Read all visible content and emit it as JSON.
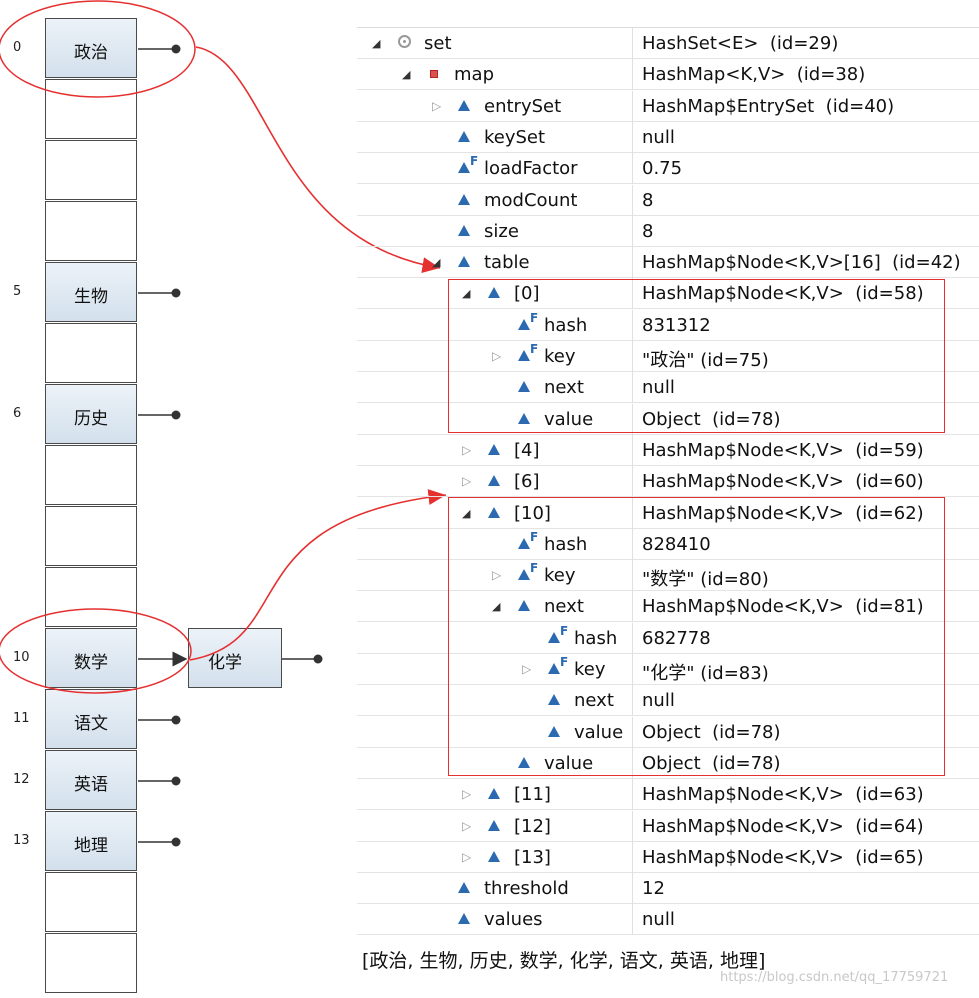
{
  "buckets": [
    {
      "index": "0",
      "label": "政治"
    },
    {
      "index": "",
      "label": ""
    },
    {
      "index": "",
      "label": ""
    },
    {
      "index": "",
      "label": ""
    },
    {
      "index": "5",
      "label": "生物"
    },
    {
      "index": "",
      "label": ""
    },
    {
      "index": "6",
      "label": "历史"
    },
    {
      "index": "",
      "label": ""
    },
    {
      "index": "",
      "label": ""
    },
    {
      "index": "",
      "label": ""
    },
    {
      "index": "10",
      "label": "数学"
    },
    {
      "index": "11",
      "label": "语文"
    },
    {
      "index": "12",
      "label": "英语"
    },
    {
      "index": "13",
      "label": "地理"
    },
    {
      "index": "",
      "label": ""
    },
    {
      "index": "",
      "label": ""
    }
  ],
  "chain_node": {
    "label": "化学"
  },
  "variables": [
    {
      "expander": "open",
      "icon": "gear-icon",
      "name": "set",
      "value": "HashSet<E>  (id=29)"
    },
    {
      "expander": "open",
      "icon": "square-icon",
      "name": "map",
      "value": "HashMap<K,V>  (id=38)"
    },
    {
      "expander": "closed",
      "icon": "triangle-icon",
      "name": "entrySet",
      "value": "HashMap$EntrySet  (id=40)"
    },
    {
      "expander": "",
      "icon": "triangle-icon",
      "name": "keySet",
      "value": "null"
    },
    {
      "expander": "",
      "icon": "final-icon",
      "name": "loadFactor",
      "value": "0.75"
    },
    {
      "expander": "",
      "icon": "triangle-icon",
      "name": "modCount",
      "value": "8"
    },
    {
      "expander": "",
      "icon": "triangle-icon",
      "name": "size",
      "value": "8"
    },
    {
      "expander": "open",
      "icon": "triangle-icon",
      "name": "table",
      "value": "HashMap$Node<K,V>[16]  (id=42)"
    },
    {
      "expander": "open",
      "icon": "triangle-icon",
      "name": "[0]",
      "value": "HashMap$Node<K,V>  (id=58)"
    },
    {
      "expander": "",
      "icon": "final-icon",
      "name": "hash",
      "value": "831312"
    },
    {
      "expander": "closed",
      "icon": "final-icon",
      "name": "key",
      "value": "\"政治\" (id=75)"
    },
    {
      "expander": "",
      "icon": "triangle-icon",
      "name": "next",
      "value": "null"
    },
    {
      "expander": "",
      "icon": "triangle-icon",
      "name": "value",
      "value": "Object  (id=78)"
    },
    {
      "expander": "closed",
      "icon": "triangle-icon",
      "name": "[4]",
      "value": "HashMap$Node<K,V>  (id=59)"
    },
    {
      "expander": "closed",
      "icon": "triangle-icon",
      "name": "[6]",
      "value": "HashMap$Node<K,V>  (id=60)"
    },
    {
      "expander": "open",
      "icon": "triangle-icon",
      "name": "[10]",
      "value": "HashMap$Node<K,V>  (id=62)"
    },
    {
      "expander": "",
      "icon": "final-icon",
      "name": "hash",
      "value": "828410"
    },
    {
      "expander": "closed",
      "icon": "final-icon",
      "name": "key",
      "value": "\"数学\" (id=80)"
    },
    {
      "expander": "open",
      "icon": "triangle-icon",
      "name": "next",
      "value": "HashMap$Node<K,V>  (id=81)"
    },
    {
      "expander": "",
      "icon": "final-icon",
      "name": "hash",
      "value": "682778"
    },
    {
      "expander": "closed",
      "icon": "final-icon",
      "name": "key",
      "value": "\"化学\" (id=83)"
    },
    {
      "expander": "",
      "icon": "triangle-icon",
      "name": "next",
      "value": "null"
    },
    {
      "expander": "",
      "icon": "triangle-icon",
      "name": "value",
      "value": "Object  (id=78)"
    },
    {
      "expander": "",
      "icon": "triangle-icon",
      "name": "value",
      "value": "Object  (id=78)"
    },
    {
      "expander": "closed",
      "icon": "triangle-icon",
      "name": "[11]",
      "value": "HashMap$Node<K,V>  (id=63)"
    },
    {
      "expander": "closed",
      "icon": "triangle-icon",
      "name": "[12]",
      "value": "HashMap$Node<K,V>  (id=64)"
    },
    {
      "expander": "closed",
      "icon": "triangle-icon",
      "name": "[13]",
      "value": "HashMap$Node<K,V>  (id=65)"
    },
    {
      "expander": "",
      "icon": "triangle-icon",
      "name": "threshold",
      "value": "12"
    },
    {
      "expander": "",
      "icon": "triangle-icon",
      "name": "values",
      "value": "null"
    }
  ],
  "output": "[政治, 生物, 历史, 数学, 化学, 语文, 英语, 地理]",
  "watermark": "https://blog.csdn.net/qq_17759721",
  "colors": {
    "highlight": "#e53030",
    "bucket_fill": "#dbe6f0",
    "icon_blue": "#2b6ab0"
  }
}
